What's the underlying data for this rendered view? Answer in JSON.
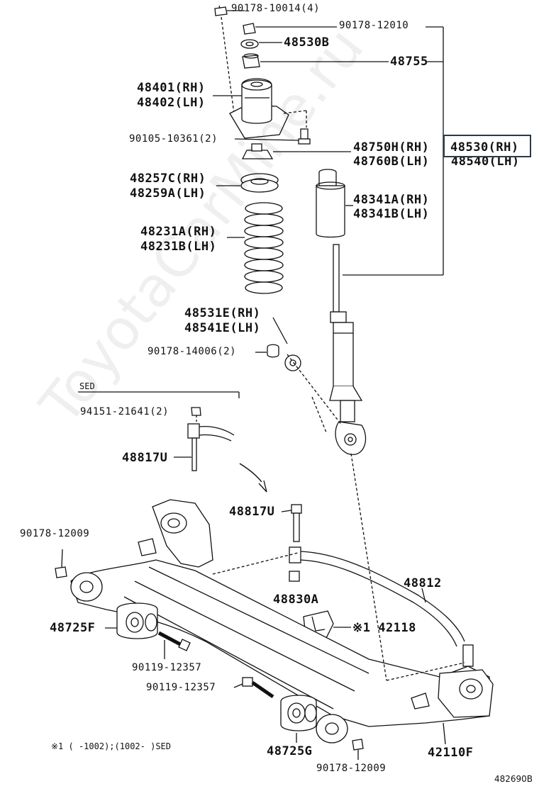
{
  "labels": {
    "p90178_10014": "90178-10014(4)",
    "p90178_12010": "90178-12010",
    "p48530b": "48530B",
    "p48755": "48755",
    "p48401": "48401(RH)",
    "p48402": "48402(LH)",
    "p90105": "90105-10361(2)",
    "p48750h": "48750H(RH)",
    "p48760b": "48760B(LH)",
    "p48540": "48540(LH)",
    "p48257c": "48257C(RH)",
    "p48259a": "48259A(LH)",
    "p48341a": "48341A(RH)",
    "p48341b": "48341B(LH)",
    "p48231a": "48231A(RH)",
    "p48231b": "48231B(LH)",
    "p48531e": "48531E(RH)",
    "p48541e": "48541E(LH)",
    "p90178_14006": "90178-14006(2)",
    "sed": "SED",
    "p94151": "94151-21641(2)",
    "p48817u_a": "48817U",
    "p48817u_b": "48817U",
    "p90178_12009_a": "90178-12009",
    "p48812": "48812",
    "p48830a": "48830A",
    "p48725f": "48725F",
    "p42118": "※1 42118",
    "p90119_a": "90119-12357",
    "p90119_b": "90119-12357",
    "p48725g": "48725G",
    "p42110f": "42110F",
    "p90178_12009_b": "90178-12009",
    "note": "※1 (     -1002);(1002-     )SED",
    "diagram_id": "482690B"
  },
  "highlight": {
    "label": "48530(RH)",
    "border_color": "#2b3a4a"
  },
  "watermark": "ToyotaCarMine.ru"
}
